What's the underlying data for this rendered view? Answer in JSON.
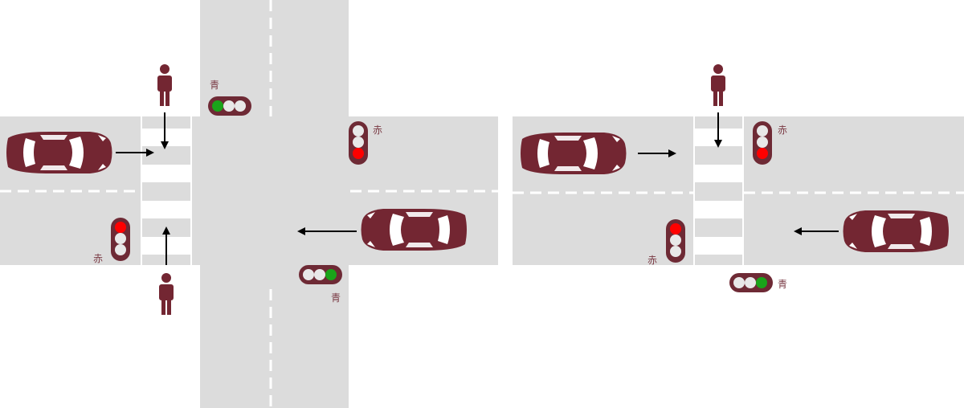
{
  "colors": {
    "road": "#dcdcdc",
    "background": "#ffffff",
    "marking": "#ffffff",
    "vehicle": "#732632",
    "pedestrian": "#732632",
    "signal_housing": "#6e2a35",
    "signal_off": "#e8e8e8",
    "signal_red": "#ff0000",
    "signal_green": "#1aa41a",
    "arrow": "#000000",
    "label_text": "#7a3a44"
  },
  "scenes": [
    {
      "name": "crossroad-intersection",
      "signals": [
        {
          "name": "north-vehicle-signal",
          "orientation": "horizontal",
          "lit": "green",
          "label": "青"
        },
        {
          "name": "east-vehicle-signal",
          "orientation": "vertical",
          "lit": "red",
          "label": "赤"
        },
        {
          "name": "west-pedestrian-signal",
          "orientation": "vertical",
          "lit": "red",
          "label": "赤"
        },
        {
          "name": "south-vehicle-signal",
          "orientation": "horizontal",
          "lit": "green",
          "label": "青"
        }
      ],
      "vehicles": [
        {
          "name": "car-westbound-lane-left",
          "heading": "east"
        },
        {
          "name": "car-eastbound-lane-right",
          "heading": "west"
        }
      ],
      "pedestrians": [
        {
          "name": "pedestrian-north",
          "heading": "south"
        },
        {
          "name": "pedestrian-south",
          "heading": "north"
        }
      ]
    },
    {
      "name": "mid-block-crossing",
      "signals": [
        {
          "name": "crosswalk-vehicle-signal-top",
          "orientation": "vertical",
          "lit": "red",
          "label": "赤"
        },
        {
          "name": "crosswalk-vehicle-signal-bottom",
          "orientation": "vertical",
          "lit": "red",
          "label": "赤"
        },
        {
          "name": "crosswalk-pedestrian-signal",
          "orientation": "horizontal",
          "lit": "green",
          "label": "青"
        }
      ],
      "vehicles": [
        {
          "name": "car-left",
          "heading": "east"
        },
        {
          "name": "car-right",
          "heading": "west"
        }
      ],
      "pedestrians": [
        {
          "name": "pedestrian-crossing",
          "heading": "south"
        }
      ]
    }
  ]
}
